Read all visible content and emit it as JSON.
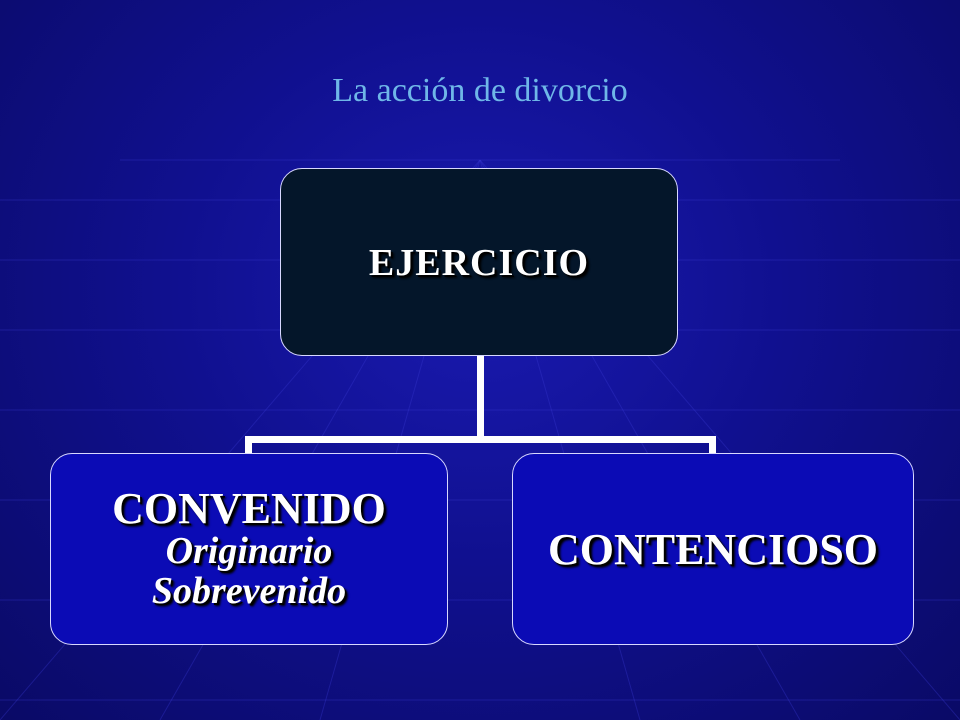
{
  "slide": {
    "title": "La acción de divorcio"
  },
  "diagram": {
    "root": {
      "label": "EJERCICIO"
    },
    "children": [
      {
        "label": "CONVENIDO",
        "sublabels": [
          "Originario",
          "Sobrevenido"
        ]
      },
      {
        "label": "CONTENCIOSO"
      }
    ]
  },
  "colors": {
    "background": "#10108f",
    "title": "#6fb7e8",
    "root_fill": "#04162a",
    "child_fill": "#0b0bb5",
    "connector": "#ffffff"
  }
}
